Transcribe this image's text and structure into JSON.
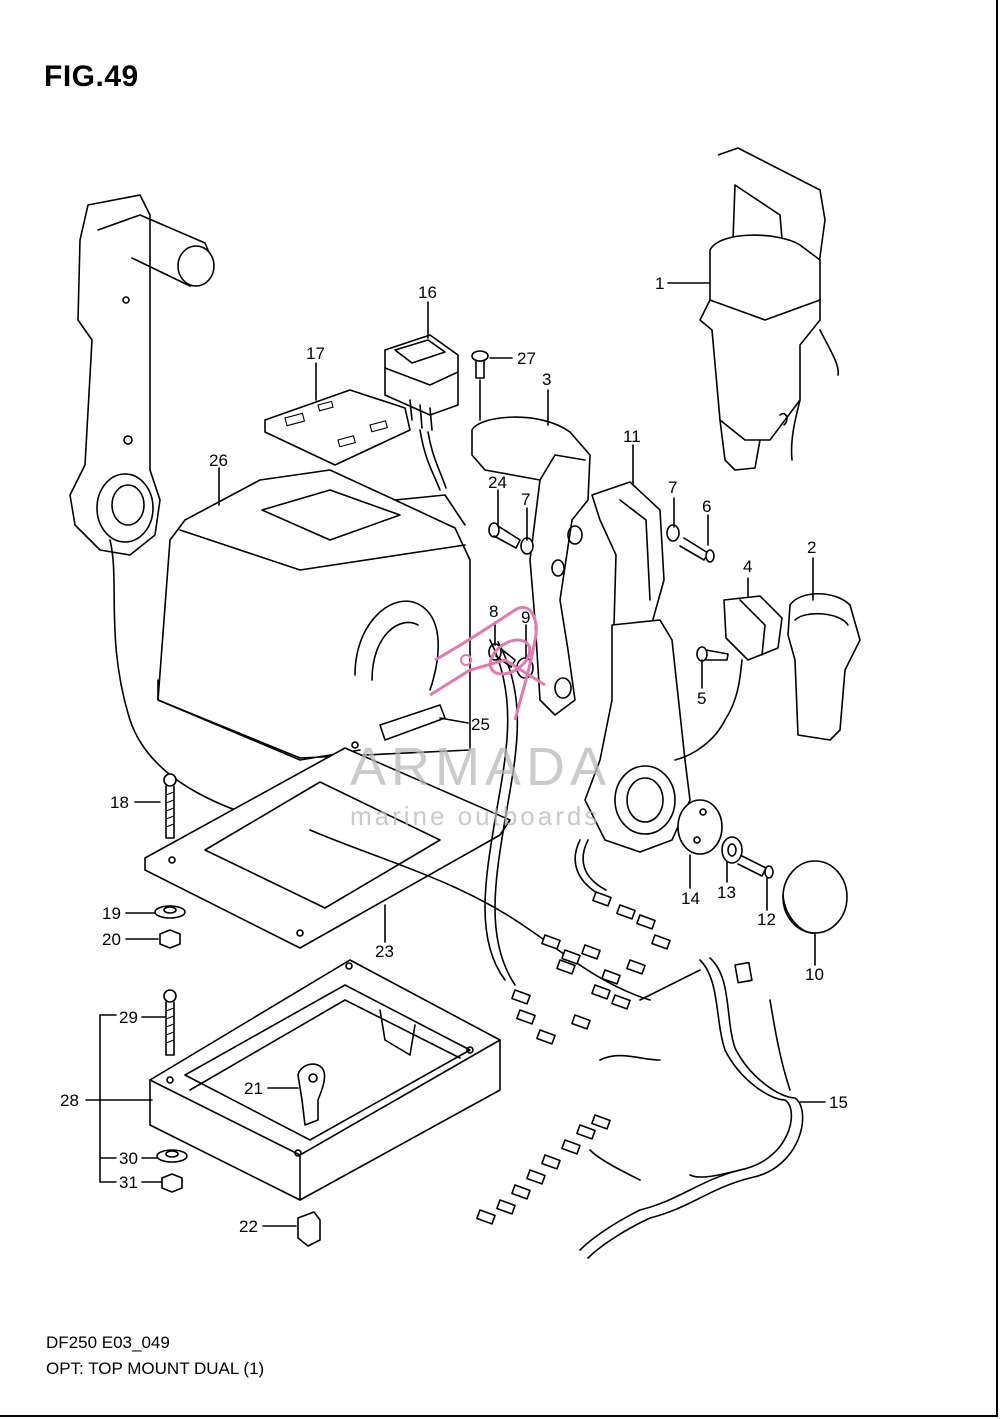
{
  "figure": {
    "title": "FIG.49",
    "code": "DF250 E03_049",
    "description": "OPT: TOP MOUNT DUAL (1)"
  },
  "watermark": {
    "brand": "ARMADA",
    "tagline": "marine outboards",
    "brand_color": "#a9a9a9",
    "logo_color": "#e07ab0"
  },
  "callouts": [
    {
      "id": "1",
      "label": "1"
    },
    {
      "id": "2",
      "label": "2"
    },
    {
      "id": "3",
      "label": "3"
    },
    {
      "id": "4",
      "label": "4"
    },
    {
      "id": "5",
      "label": "5"
    },
    {
      "id": "6",
      "label": "6"
    },
    {
      "id": "7a",
      "label": "7"
    },
    {
      "id": "7b",
      "label": "7"
    },
    {
      "id": "8",
      "label": "8"
    },
    {
      "id": "9",
      "label": "9"
    },
    {
      "id": "10",
      "label": "10"
    },
    {
      "id": "11",
      "label": "11"
    },
    {
      "id": "12",
      "label": "12"
    },
    {
      "id": "13",
      "label": "13"
    },
    {
      "id": "14",
      "label": "14"
    },
    {
      "id": "15",
      "label": "15"
    },
    {
      "id": "16",
      "label": "16"
    },
    {
      "id": "17",
      "label": "17"
    },
    {
      "id": "18",
      "label": "18"
    },
    {
      "id": "19",
      "label": "19"
    },
    {
      "id": "20",
      "label": "20"
    },
    {
      "id": "21",
      "label": "21"
    },
    {
      "id": "22",
      "label": "22"
    },
    {
      "id": "23",
      "label": "23"
    },
    {
      "id": "24",
      "label": "24"
    },
    {
      "id": "25",
      "label": "25"
    },
    {
      "id": "26",
      "label": "26"
    },
    {
      "id": "27",
      "label": "27"
    },
    {
      "id": "28",
      "label": "28"
    },
    {
      "id": "29",
      "label": "29"
    },
    {
      "id": "30",
      "label": "30"
    },
    {
      "id": "31",
      "label": "31"
    }
  ]
}
